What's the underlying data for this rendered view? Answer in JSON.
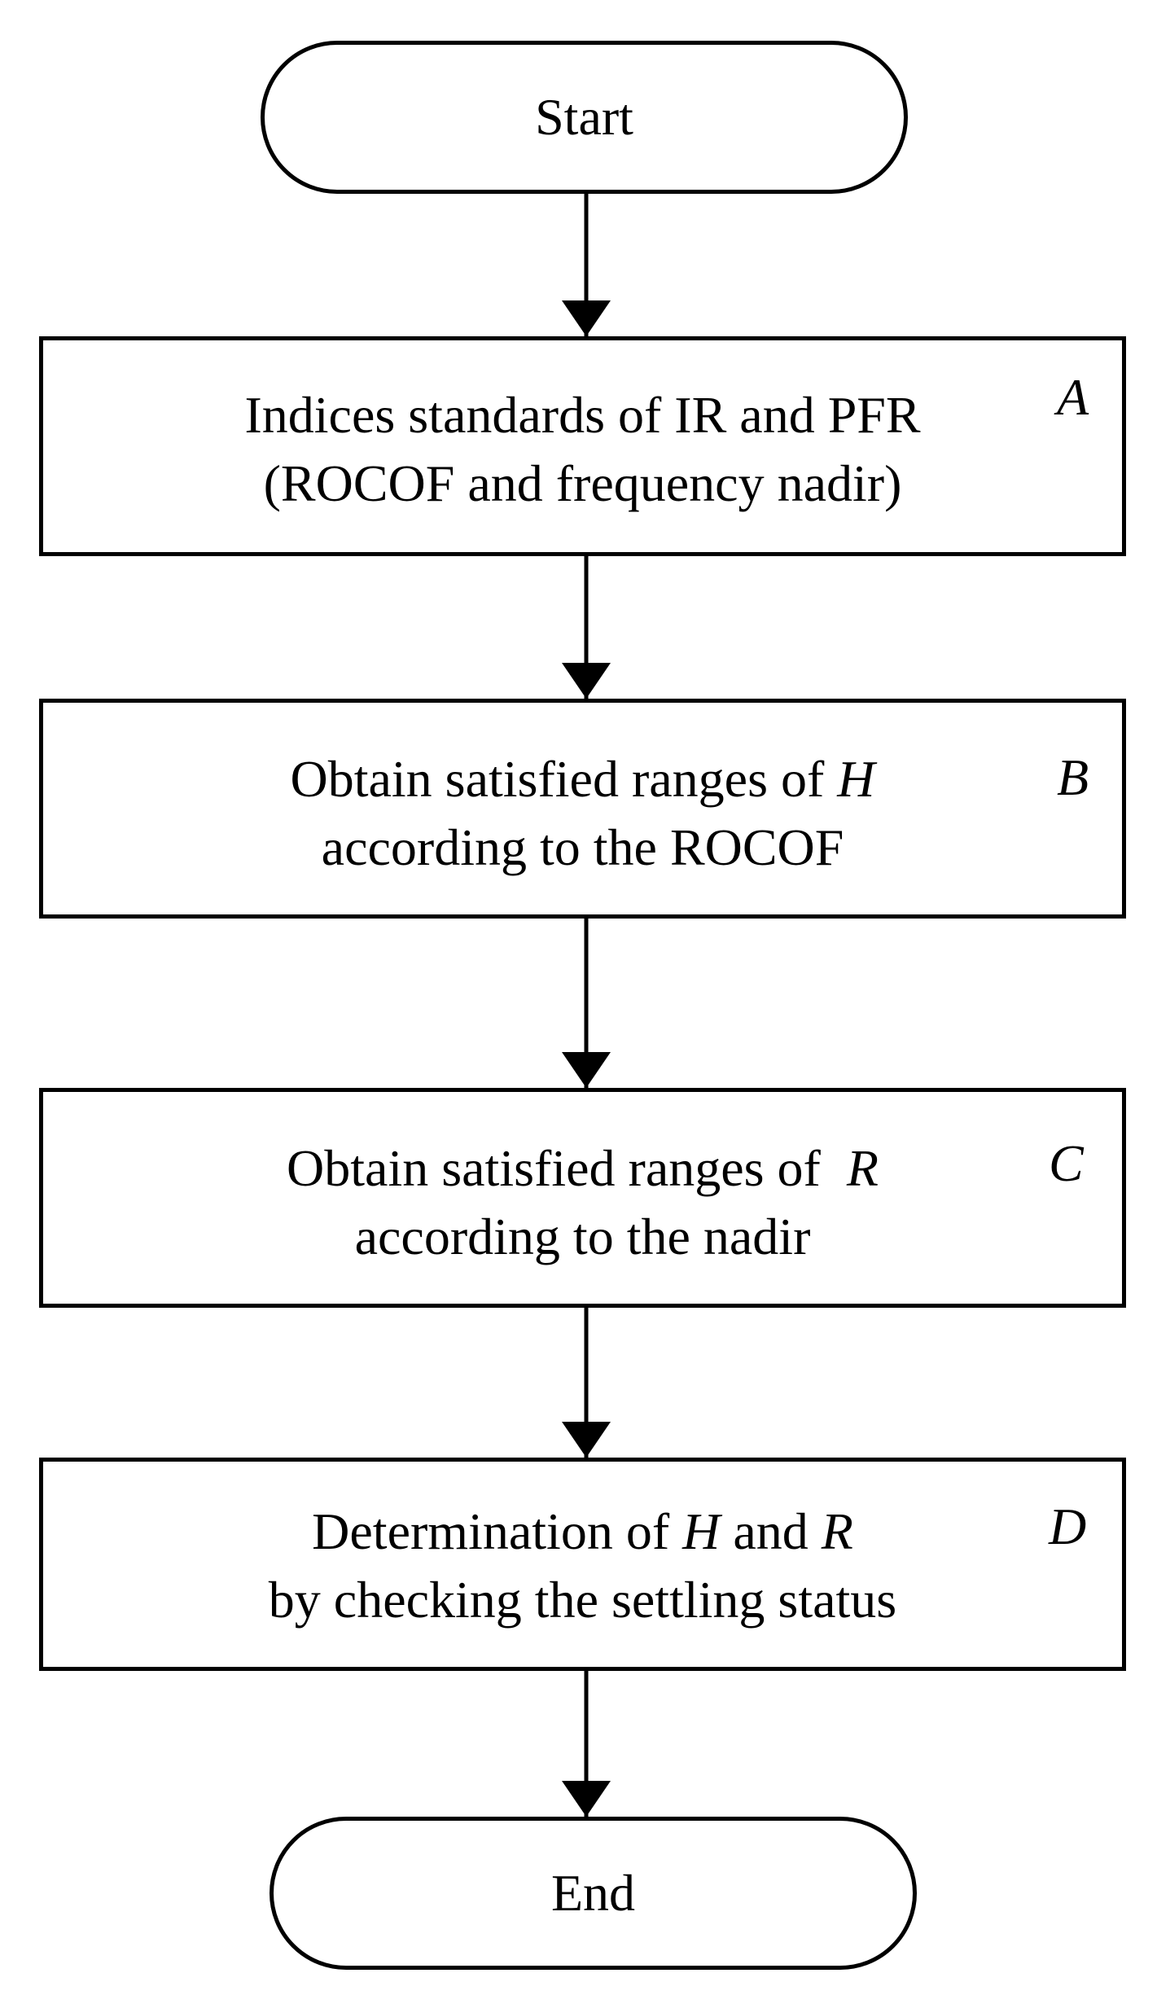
{
  "start": {
    "label": "Start"
  },
  "end": {
    "label": "End"
  },
  "steps": [
    {
      "tag": "A",
      "line1": "Indices standards of IR and PFR",
      "line2": "(ROCOF and frequency nadir)"
    },
    {
      "tag": "B",
      "line1_pre": "Obtain satisfied ranges of ",
      "line1_var": "H",
      "line2": "according to the ROCOF"
    },
    {
      "tag": "C",
      "line1_pre": "Obtain satisfied ranges of  ",
      "line1_var": "R",
      "line2": "according to the nadir"
    },
    {
      "tag": "D",
      "line1_pre": "Determination of ",
      "line1_var1": "H",
      "line1_mid": " and ",
      "line1_var2": "R",
      "line2": "by checking the settling status"
    }
  ]
}
